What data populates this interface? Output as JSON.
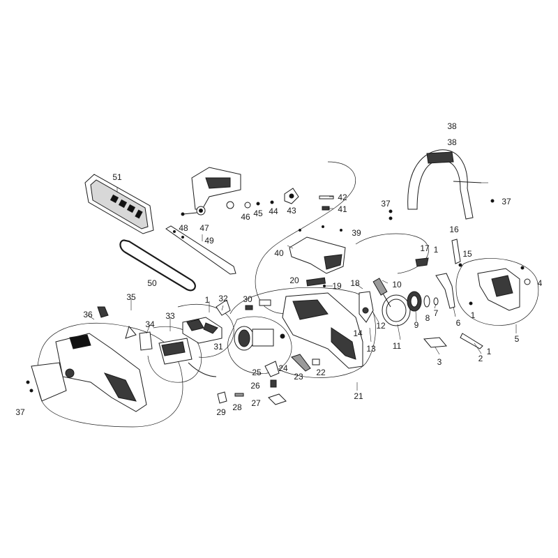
{
  "callouts": [
    "1",
    "2",
    "3",
    "4",
    "5",
    "6",
    "7",
    "8",
    "9",
    "10",
    "11",
    "12",
    "13",
    "14",
    "15",
    "16",
    "17",
    "18",
    "19",
    "20",
    "21",
    "22",
    "23",
    "24",
    "25",
    "26",
    "27",
    "28",
    "29",
    "30",
    "31",
    "32",
    "33",
    "34",
    "35",
    "36",
    "37",
    "38",
    "39",
    "40",
    "41",
    "42",
    "43",
    "44",
    "45",
    "46",
    "47",
    "48",
    "49",
    "50",
    "51"
  ],
  "colors": {
    "line": "#1a1a1a",
    "part_fill": "#ffffff",
    "shade": "#3a3a3a",
    "dark": "#111111",
    "mid": "#9a9a9a"
  }
}
